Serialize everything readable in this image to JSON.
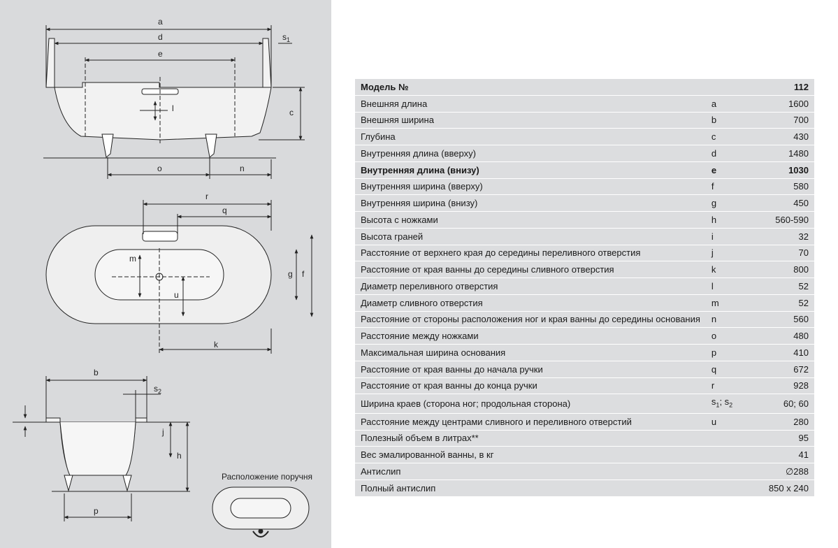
{
  "drawing": {
    "labels": {
      "a": "a",
      "d": "d",
      "e": "e",
      "s1": "s",
      "s1_sub": "1",
      "l": "l",
      "c": "c",
      "o": "o",
      "n": "n",
      "r": "r",
      "q": "q",
      "m": "m",
      "g": "g",
      "f": "f",
      "u": "u",
      "k": "k",
      "b": "b",
      "s2": "s",
      "s2_sub": "2",
      "j": "j",
      "h": "h",
      "p": "p"
    },
    "handle_caption": "Расположение поручня"
  },
  "table": {
    "header": {
      "name": "Модель №",
      "symbol": "",
      "value": "112"
    },
    "rows": [
      {
        "name": "Внешняя длина",
        "symbol": "a",
        "value": "1600"
      },
      {
        "name": "Внешняя ширина",
        "symbol": "b",
        "value": "700"
      },
      {
        "name": "Глубина",
        "symbol": "c",
        "value": "430"
      },
      {
        "name": "Внутренняя длина (вверху)",
        "symbol": "d",
        "value": "1480"
      },
      {
        "name": "Внутренняя длина (внизу)",
        "symbol": "e",
        "value": "1030",
        "bold": true
      },
      {
        "name": "Внутренняя ширина (вверху)",
        "symbol": "f",
        "value": "580"
      },
      {
        "name": "Внутренняя ширина (внизу)",
        "symbol": "g",
        "value": "450"
      },
      {
        "name": "Высота с ножками",
        "symbol": "h",
        "value": "560-590"
      },
      {
        "name": "Высота граней",
        "symbol": "i",
        "value": "32"
      },
      {
        "name": "Расстояние от верхнего края до середины переливного отверстия",
        "symbol": "j",
        "value": "70"
      },
      {
        "name": "Расстояние от края ванны до середины сливного отверстия",
        "symbol": "k",
        "value": "800"
      },
      {
        "name": "Диаметр переливного отверстия",
        "symbol": "l",
        "value": "52"
      },
      {
        "name": "Диаметр сливного отверстия",
        "symbol": "m",
        "value": "52"
      },
      {
        "name": "Расстояние от стороны расположения ног и края ванны до середины основания",
        "symbol": "n",
        "value": "560"
      },
      {
        "name": "Расстояние между ножками",
        "symbol": "o",
        "value": "480"
      },
      {
        "name": "Максимальная ширина основания",
        "symbol": "p",
        "value": "410"
      },
      {
        "name": "Расстояние от края ванны до начала ручки",
        "symbol": "q",
        "value": "672"
      },
      {
        "name": "Расстояние от края ванны до конца ручки",
        "symbol": "r",
        "value": "928"
      },
      {
        "name": "Ширина краев (сторона ног; продольная сторона)",
        "symbol": "",
        "sym_s1": "s",
        "sym_s1_sub": "1",
        "sym_sep": "; ",
        "sym_s2": "s",
        "sym_s2_sub": "2",
        "value": "60; 60",
        "subscript_symbol": true
      },
      {
        "name": "Расстояние между центрами сливного и переливного отверстий",
        "symbol": "u",
        "value": "280"
      },
      {
        "name": "Полезный объем в литрах**",
        "symbol": "",
        "value": "95"
      },
      {
        "name": "Вес эмалированной ванны, в кг",
        "symbol": "",
        "value": "41"
      },
      {
        "name": "Антислип",
        "symbol": "",
        "value": "∅288"
      },
      {
        "name": "Полный антислип",
        "symbol": "",
        "value": "850 x 240"
      }
    ]
  }
}
